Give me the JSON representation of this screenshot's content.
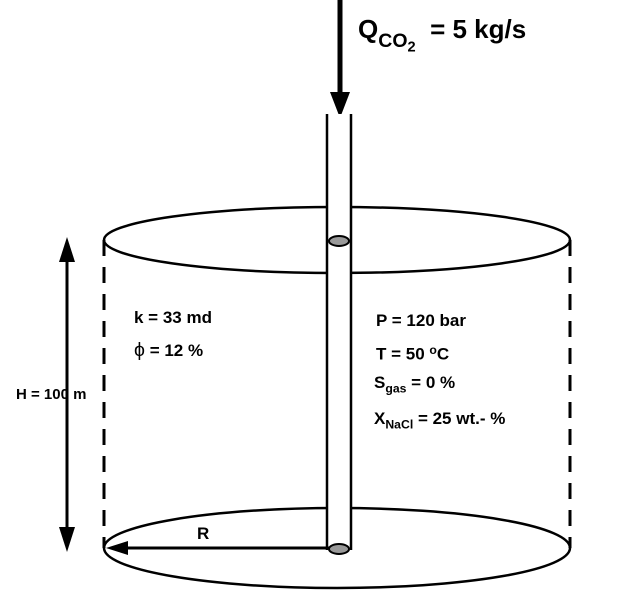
{
  "flow": {
    "symbol": "Q",
    "sub_main": "CO",
    "sub_index": "2",
    "value": "= 5 kg/s"
  },
  "height_label": "H = 100 m",
  "radius_label": "R",
  "left_props": {
    "k": "k = 33 md",
    "phi_symbol": "ϕ",
    "phi_value": "= 12 %"
  },
  "right_props": {
    "pressure": "P = 120 bar",
    "temp_prefix": "T = 50",
    "temp_unit_sup": "o",
    "temp_unit": "C",
    "sgas_symbol": "S",
    "sgas_sub": "gas",
    "sgas_value": "= 0 %",
    "x_symbol": "X",
    "x_sub": "NaCl",
    "x_value": "= 25 wt.- %"
  },
  "colors": {
    "line": "#000000",
    "well_point": "#999999"
  }
}
